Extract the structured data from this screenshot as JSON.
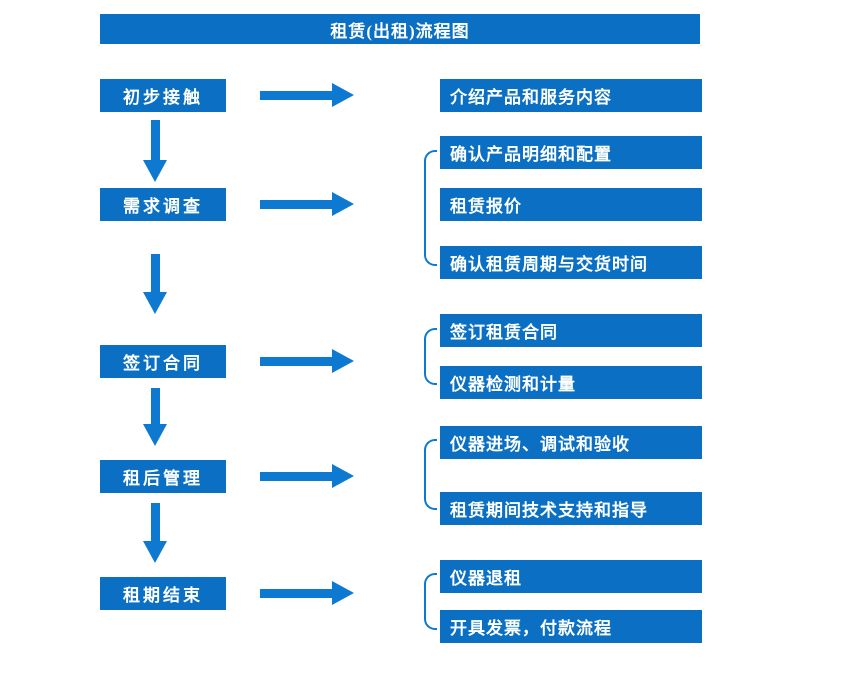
{
  "title": "租赁(出租)流程图",
  "steps": [
    {
      "label": "初步接触",
      "outputs": [
        "介绍产品和服务内容"
      ]
    },
    {
      "label": "需求调查",
      "outputs": [
        "确认产品明细和配置",
        "租赁报价",
        "确认租赁周期与交货时间"
      ]
    },
    {
      "label": "签订合同",
      "outputs": [
        "签订租赁合同",
        "仪器检测和计量"
      ]
    },
    {
      "label": "租后管理",
      "outputs": [
        "仪器进场、调试和验收",
        "租赁期间技术支持和指导"
      ]
    },
    {
      "label": "租期结束",
      "outputs": [
        "仪器退租",
        "开具发票，付款流程"
      ]
    }
  ],
  "colors": {
    "box": "#0b70c4",
    "arrow": "#0d79d0",
    "text": "#ffffff",
    "background": "#ffffff"
  }
}
